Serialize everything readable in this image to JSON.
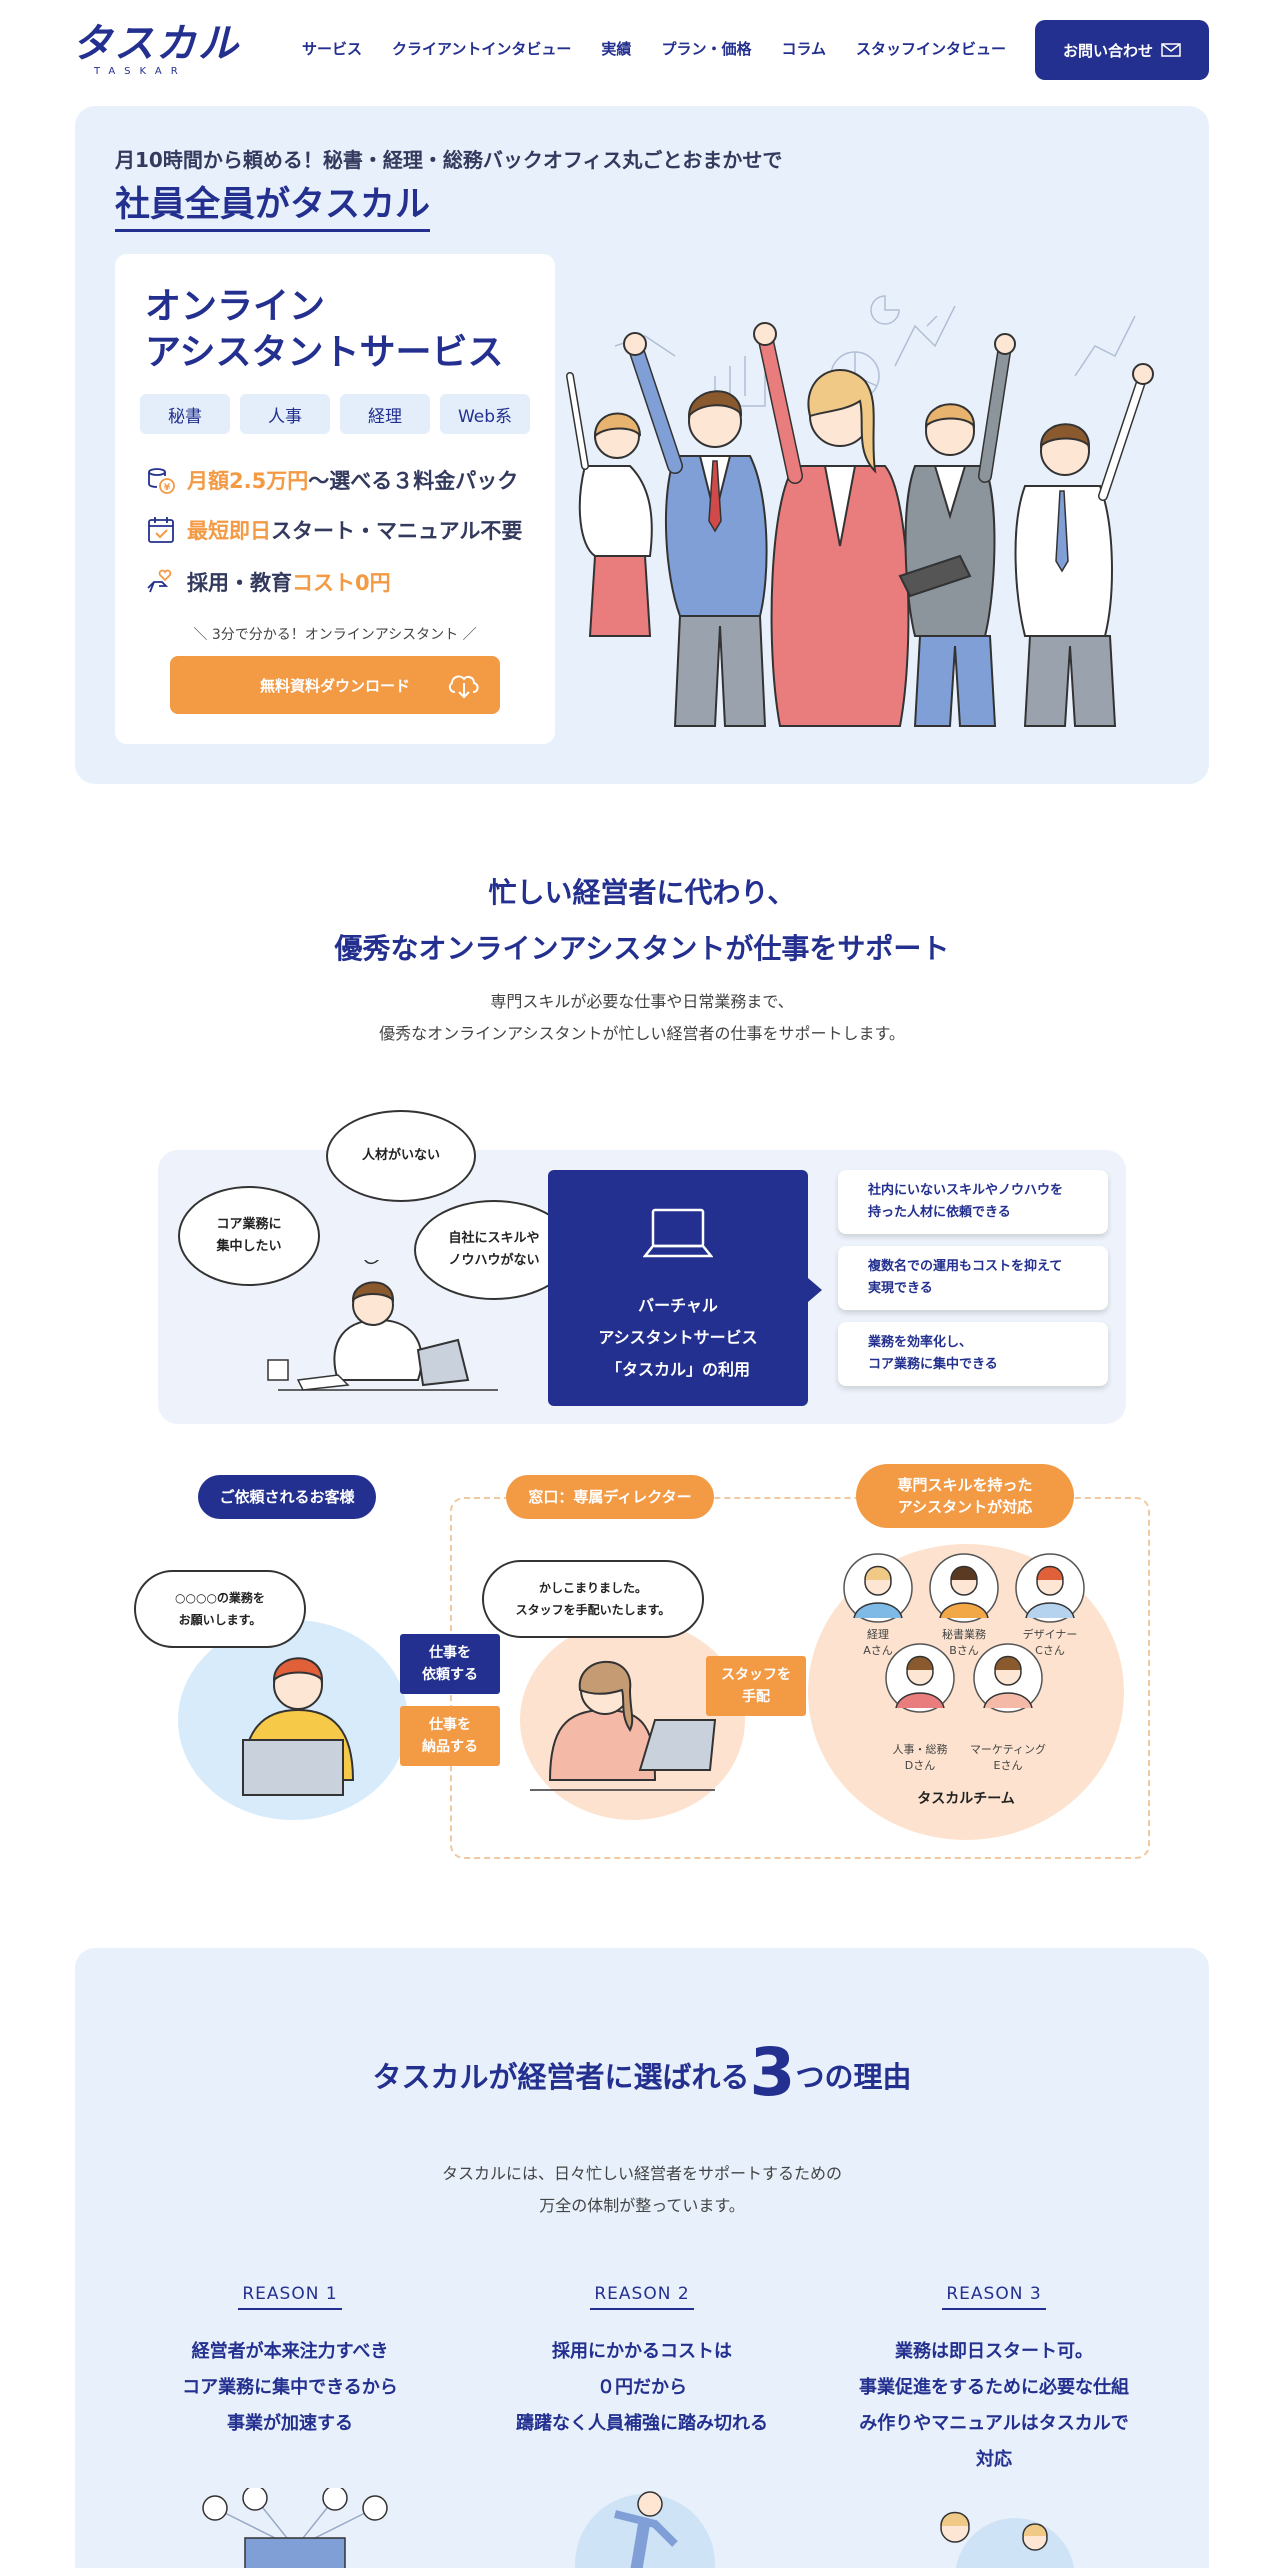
{
  "header": {
    "logo": "タスカル",
    "logo_sub": "TASKAR",
    "nav": [
      "サービス",
      "クライアントインタビュー",
      "実績",
      "プラン・価格",
      "コラム",
      "スタッフインタビュー"
    ],
    "contact": "お問い合わせ"
  },
  "hero": {
    "subtitle": "月10時間から頼める！秘書・経理・総務バックオフィス丸ごとおまかせで",
    "title": "社員全員がタスカル",
    "card_title_1": "オンライン",
    "card_title_2": "アシスタントサービス",
    "tags": [
      "秘書",
      "人事",
      "経理",
      "Web系"
    ],
    "feature1": {
      "em": "月額2.5万円",
      "rest": "〜選べる３料金パック"
    },
    "feature2": {
      "em": "最短即日",
      "rest": "スタート・マニュアル不要"
    },
    "feature3": {
      "pre": "採用・教育",
      "em": "コスト0円"
    },
    "cta_note": "＼ 3分で分かる！オンラインアシスタント ／",
    "cta_button": "無料資料ダウンロード"
  },
  "intro": {
    "title_1": "忙しい経営者に代わり、",
    "title_2": "優秀なオンラインアシスタントが仕事をサポート",
    "text_1": "専門スキルが必要な仕事や日常業務まで、",
    "text_2": "優秀なオンラインアシスタントが忙しい経営者の仕事をサポートします。"
  },
  "problem": {
    "bubble1": [
      "人材がいない"
    ],
    "bubble2": [
      "コア業務に",
      "集中したい"
    ],
    "bubble3": [
      "自社にスキルや",
      "ノウハウがない"
    ],
    "virtual": [
      "バーチャル",
      "アシスタントサービス",
      "「タスカル」の利用"
    ],
    "benefits": [
      [
        "社内にいないスキルやノウハウを",
        "持った人材に依頼できる"
      ],
      [
        "複数名での運用もコストを抑えて",
        "実現できる"
      ],
      [
        "業務を効率化し、",
        "コア業務に集中できる"
      ]
    ]
  },
  "flow": {
    "client_pill": "ご依頼されるお客様",
    "director_pill": "窓口：専属ディレクター",
    "staff_pill": [
      "専門スキルを持った",
      "アシスタントが対応"
    ],
    "client_bubble": [
      "○○○○の業務を",
      "お願いします。"
    ],
    "director_bubble": [
      "かしこまりました。",
      "スタッフを手配いたします。"
    ],
    "request": [
      "仕事を",
      "依頼する"
    ],
    "deliver": [
      "仕事を",
      "納品する"
    ],
    "arrange": [
      "スタッフを",
      "手配"
    ],
    "staff": [
      [
        "経理",
        "Aさん"
      ],
      [
        "秘書業務",
        "Bさん"
      ],
      [
        "デザイナー",
        "Cさん"
      ],
      [
        "人事・総務",
        "Dさん"
      ],
      [
        "マーケティング",
        "Eさん"
      ]
    ],
    "team": "タスカルチーム"
  },
  "reasons": {
    "head_pre": "タスカルが経営者に選ばれる",
    "head_num": "3",
    "head_post": "つの理由",
    "desc_1": "タスカルには、日々忙しい経営者をサポートするための",
    "desc_2": "万全の体制が整っています。",
    "items": [
      {
        "label": "REASON 1",
        "lines": [
          "経営者が本来注力すべき",
          "コア業務に集中できるから",
          "事業が加速する"
        ]
      },
      {
        "label": "REASON 2",
        "lines": [
          "採用にかかるコストは",
          "０円だから",
          "躊躇なく人員補強に踏み切れる"
        ]
      },
      {
        "label": "REASON 3",
        "lines": [
          "業務は即日スタート可。",
          "事業促進をするために必要な仕組",
          "み作りやマニュアルはタスカルで",
          "対応"
        ]
      }
    ]
  },
  "colors": {
    "navy": "#23308f",
    "orange": "#f39a45",
    "light_blue": "#e8f1fb"
  }
}
